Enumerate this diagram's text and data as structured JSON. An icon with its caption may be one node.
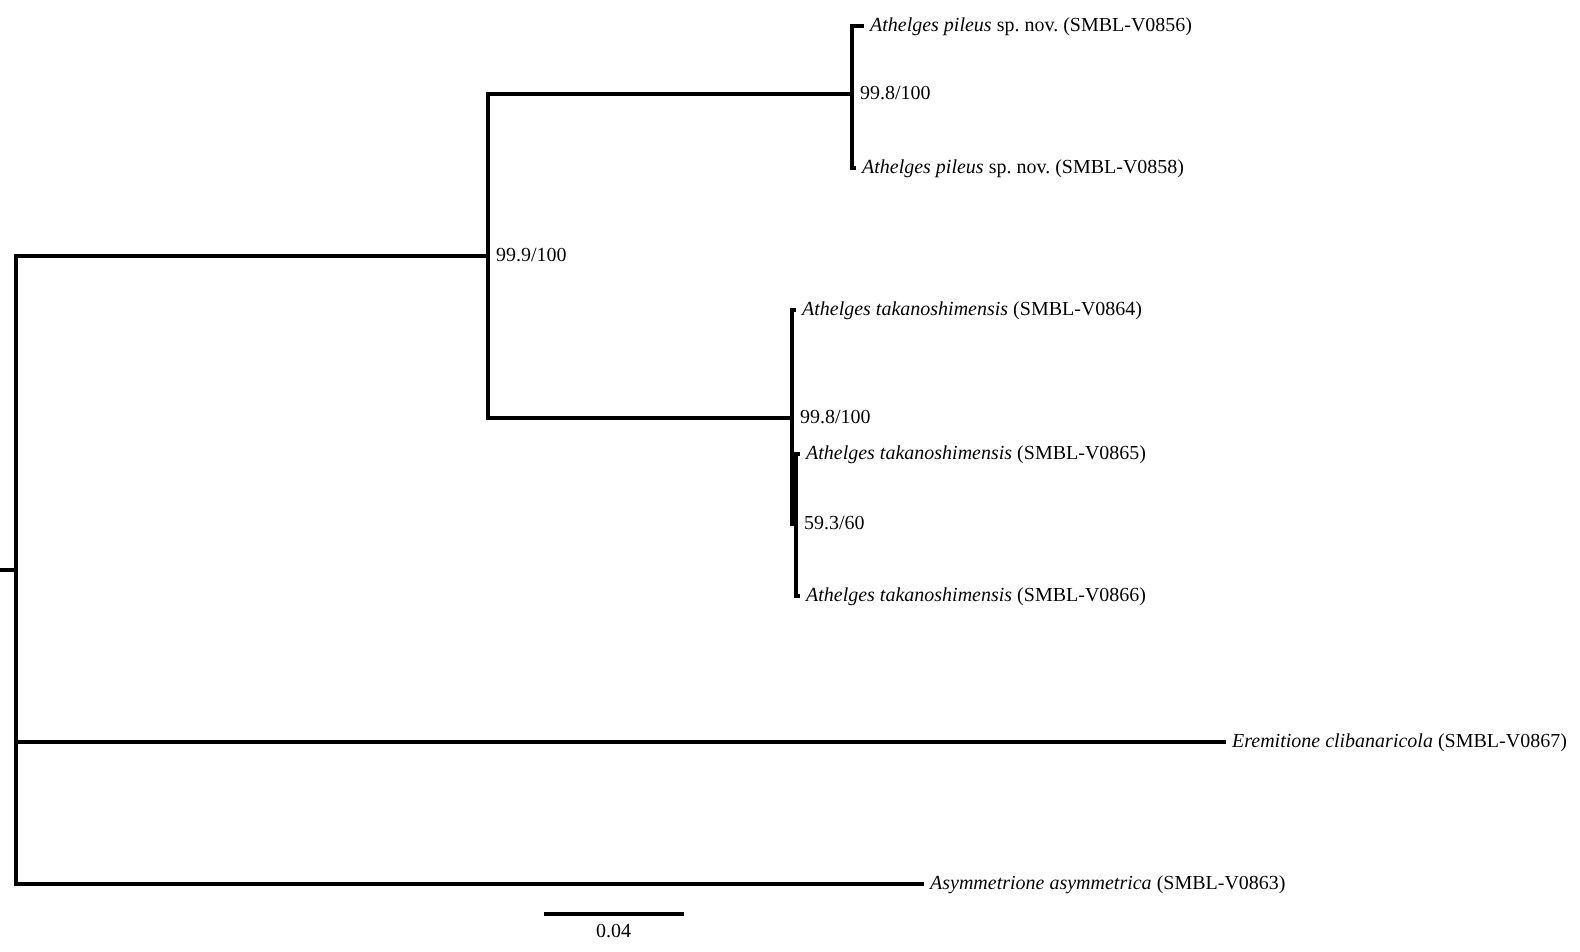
{
  "diagram": {
    "nodes": [
      {
        "text": [],
        "shape": "line"
      },
      {
        "text": [
          "99.9/100"
        ]
      },
      {
        "text": [
          "99.8/100"
        ]
      },
      {
        "text": [
          "*Athelges pileus* sp. nov. (SMBL-V0856)"
        ]
      },
      {
        "text": [
          "*Athelges pileus* sp. nov. (SMBL-V0858)"
        ]
      },
      {
        "text": [
          "99.8/100"
        ]
      },
      {
        "text": [
          "*Athelges takanoshimensis* (SMBL-V0864)"
        ]
      },
      {
        "text": [
          "59.3/60"
        ]
      },
      {
        "text": [
          "*Athelges takanoshimensis* (SMBL-V0865)"
        ]
      },
      {
        "text": [
          "*Athelges takanoshimensis* (SMBL-V0866)"
        ]
      },
      {
        "text": [
          "*Eremitione clibanaricola* (SMBL-V0867)"
        ]
      },
      {
        "text": [
          "*Asymmetrione asymmetrica* (SMBL-V0863)"
        ]
      }
    ],
    "edges": [
      {
        "from": 0,
        "to": 1,
        "arrow": "none"
      },
      {
        "from": 1,
        "to": 2,
        "arrow": "none"
      },
      {
        "from": 2,
        "to": 3,
        "arrow": "none"
      },
      {
        "from": 2,
        "to": 4,
        "arrow": "none"
      },
      {
        "from": 1,
        "to": 5,
        "arrow": "none"
      },
      {
        "from": 5,
        "to": 6,
        "arrow": "none"
      },
      {
        "from": 5,
        "to": 7,
        "arrow": "none"
      },
      {
        "from": 7,
        "to": 8,
        "arrow": "none"
      },
      {
        "from": 7,
        "to": 9,
        "arrow": "none"
      },
      {
        "from": 0,
        "to": 10,
        "arrow": "none"
      },
      {
        "from": 0,
        "to": 11,
        "arrow": "none"
      }
    ],
    "labels": [
      "0.04"
    ]
  }
}
